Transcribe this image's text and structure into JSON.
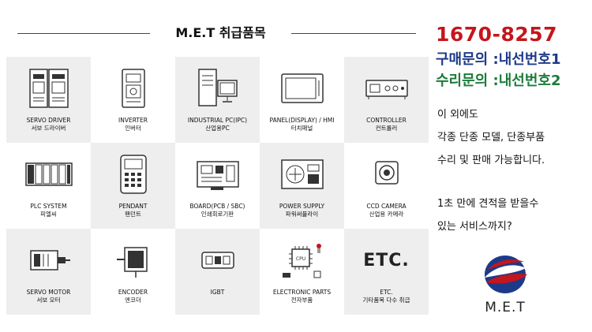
{
  "header": {
    "title": "M.E.T 취급품목"
  },
  "products": [
    {
      "name": "SERVO DRIVER",
      "sub": "서보 드라이버",
      "icon": "servo-driver-icon"
    },
    {
      "name": "INVERTER",
      "sub": "인버터",
      "icon": "inverter-icon"
    },
    {
      "name": "INDUSTRIAL PC(IPC)",
      "sub": "산업용PC",
      "icon": "industrial-pc-icon"
    },
    {
      "name": "PANEL(DISPLAY) / HMI",
      "sub": "터치패널",
      "icon": "panel-display-icon"
    },
    {
      "name": "CONTROLLER",
      "sub": "컨트롤러",
      "icon": "controller-icon"
    },
    {
      "name": "PLC SYSTEM",
      "sub": "피엘씨",
      "icon": "plc-system-icon"
    },
    {
      "name": "PENDANT",
      "sub": "팬던트",
      "icon": "pendant-icon"
    },
    {
      "name": "BOARD(PCB / SBC)",
      "sub": "인쇄회로기판",
      "icon": "board-pcb-icon"
    },
    {
      "name": "POWER SUPPLY",
      "sub": "파워써플라이",
      "icon": "power-supply-icon"
    },
    {
      "name": "CCD CAMERA",
      "sub": "산업용 카메라",
      "icon": "ccd-camera-icon"
    },
    {
      "name": "SERVO MOTOR",
      "sub": "서보 모터",
      "icon": "servo-motor-icon"
    },
    {
      "name": "ENCODER",
      "sub": "엔코더",
      "icon": "encoder-icon"
    },
    {
      "name": "IGBT",
      "sub": "",
      "icon": "igbt-icon"
    },
    {
      "name": "ELECTRONIC PARTS",
      "sub": "전자부품",
      "icon": "electronic-parts-icon"
    },
    {
      "name": "ETC.",
      "sub": "기타품목 다수 취급",
      "icon": "etc-icon",
      "icon_text": "ETC."
    }
  ],
  "contact": {
    "phone": "1670-8257",
    "purchase": "구매문의 :내선번호1",
    "repair": "수리문의 :내선번호2"
  },
  "description": {
    "lines": [
      "이 외에도",
      "각종 단종 모델, 단종부품",
      "수리 및 판매 가능합니다."
    ]
  },
  "quote": {
    "lines": [
      "1초 만에 견적을 받을수",
      "있는 서비스까지?"
    ]
  },
  "logo": {
    "text": "M.E.T"
  },
  "colors": {
    "phone": "#c4161c",
    "purchase": "#1d3a8a",
    "repair": "#1c7a3a",
    "tile_gray": "#eeeeee"
  }
}
